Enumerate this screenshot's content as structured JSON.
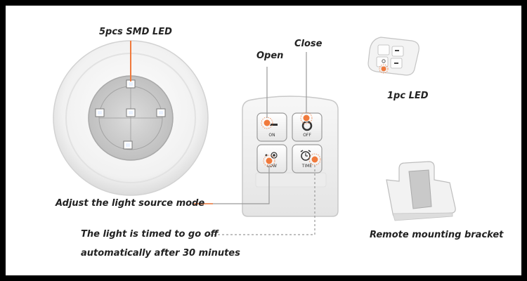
{
  "labels": {
    "smd_led": "5pcs SMD LED",
    "open": "Open",
    "close": "Close",
    "one_led": "1pc LED",
    "adjust": "Adjust the light source mode",
    "timed_line1": "The light is timed to go off",
    "timed_line2": "automatically after 30 minutes",
    "bracket": "Remote mounting bracket"
  },
  "remote": {
    "btn_on": "ON",
    "btn_off": "OFF",
    "btn_low": "LOW",
    "btn_time": "TIME"
  },
  "colors": {
    "accent": "#f07a3c",
    "frame": "#000000",
    "text": "#222222"
  }
}
